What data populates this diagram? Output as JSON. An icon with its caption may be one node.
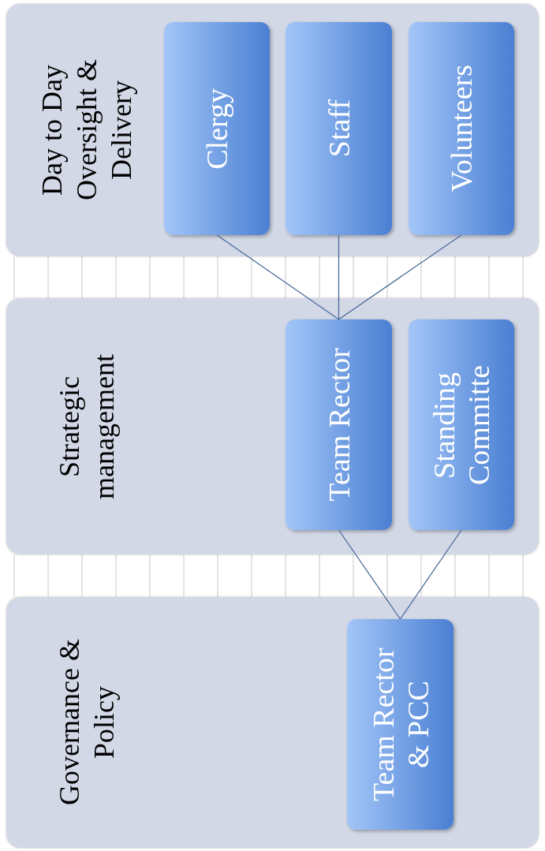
{
  "diagram": {
    "nodes": [
      {
        "text": [
          "Day to Day Oversight & Delivery"
        ]
      },
      {
        "text": [
          "Clergy"
        ],
        "in": 0
      },
      {
        "text": [
          "Staff"
        ],
        "in": 0
      },
      {
        "text": [
          "Volunteers"
        ],
        "in": 0
      },
      {
        "text": [
          "Strategic management"
        ]
      },
      {
        "text": [
          "Team Rector"
        ],
        "in": 4
      },
      {
        "text": [
          "Standing Committe"
        ],
        "in": 4
      },
      {
        "text": [
          "Governance & Policy"
        ]
      },
      {
        "text": [
          "Team Rector & PCC"
        ],
        "in": 7
      }
    ],
    "edges": [
      {
        "from": 1,
        "to": 5,
        "arrow": "none"
      },
      {
        "from": 2,
        "to": 5,
        "arrow": "none"
      },
      {
        "from": 3,
        "to": 5,
        "arrow": "none"
      },
      {
        "from": 5,
        "to": 8,
        "arrow": "none"
      },
      {
        "from": 6,
        "to": 8,
        "arrow": "none"
      }
    ]
  }
}
